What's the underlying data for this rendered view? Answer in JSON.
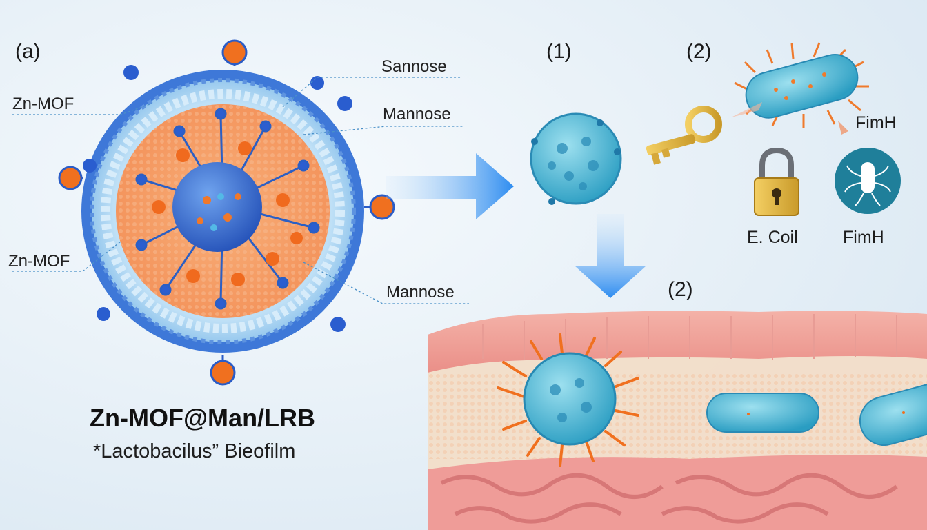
{
  "panel_labels": {
    "a": "(a)",
    "step1": "(1)",
    "step2_top": "(2)",
    "step2_mid": "(2)"
  },
  "callouts": {
    "zn_mof_upper": "Zn-MOF",
    "zn_mof_lower": "Zn-MOF",
    "sannose": "Sannose",
    "mannose_upper": "Mannose",
    "mannose_lower": "Mannose"
  },
  "title": {
    "main": "Zn-MOF@Man/LRB",
    "sub": "*Lactobacilus” Bieofilm"
  },
  "icons": {
    "fimh_top": "FimH",
    "ecoli_label": "E. Coil",
    "fimh_bottom": "FimH"
  },
  "colors": {
    "background": "#e8f1f8",
    "mof_blue": "#2f6fd6",
    "shell_light_blue": "#a9d3f2",
    "orange": "#f07a2a",
    "cyan_particle": "#3fb2cf",
    "tissue_pink": "#f2a9a3",
    "key_gold": "#e2b23a",
    "arrow_blue": "#2f8ff0"
  }
}
